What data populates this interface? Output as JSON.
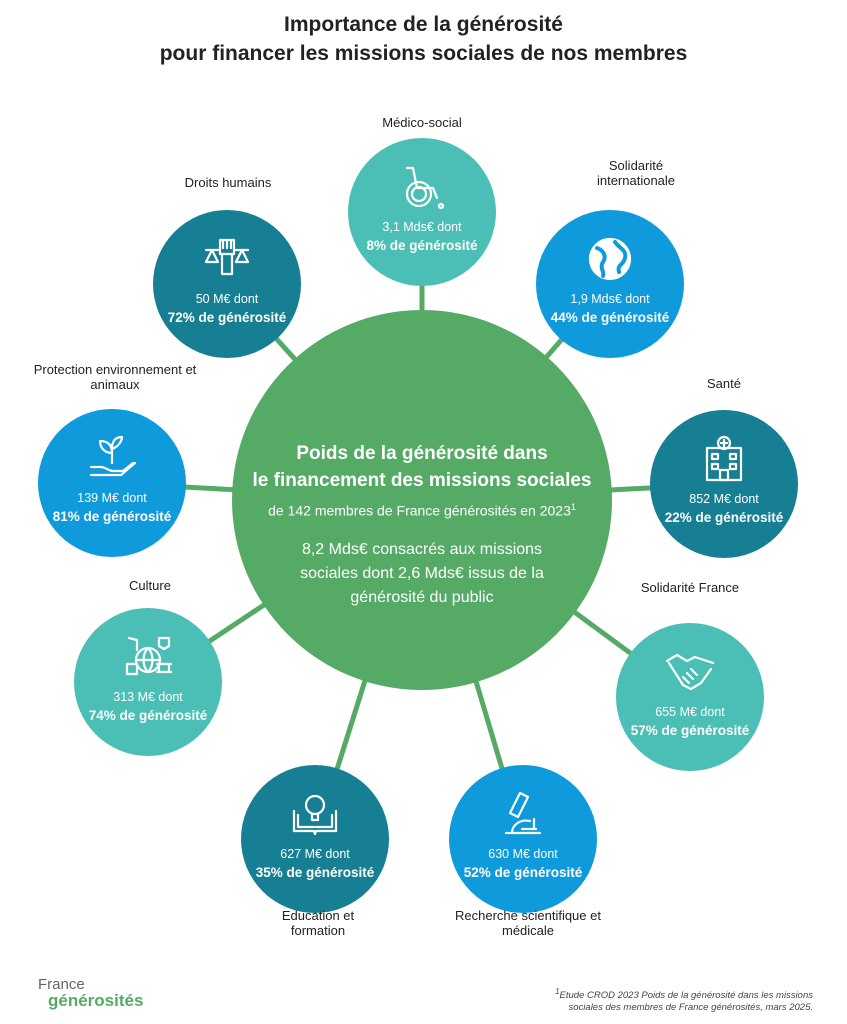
{
  "title": {
    "line1": "Importance de la générosité",
    "line2": "pour financer les missions sociales de nos membres"
  },
  "hub": {
    "heading_line1": "Poids de la générosité dans",
    "heading_line2": "le financement des missions sociales",
    "subtitle": "de 142 membres de France générosités en 2023",
    "footnote_mark": "1",
    "summary": "8,2 Mds€ consacrés aux missions sociales dont 2,6 Mds€ issus de la générosité du public",
    "color": "#55aa66"
  },
  "missions": [
    {
      "label": "Médico-social",
      "amount": "3,1 Mds€ dont",
      "share": "8% de générosité",
      "icon": "wheelchair-icon",
      "color": "#4bbfb5"
    },
    {
      "label": "Solidarité internationale",
      "amount": "1,9 Mds€ dont",
      "share": "44% de générosité",
      "icon": "globe-icon",
      "color": "#0e9adb"
    },
    {
      "label": "Santé",
      "amount": "852 M€ dont",
      "share": "22% de générosité",
      "icon": "hospital-icon",
      "color": "#177f94"
    },
    {
      "label": "Solidarité France",
      "amount": "655 M€ dont",
      "share": "57% de générosité",
      "icon": "handshake-icon",
      "color": "#4bbfb5"
    },
    {
      "label": "Recherche scientifique et médicale",
      "amount": "630 M€ dont",
      "share": "52% de générosité",
      "icon": "microscope-icon",
      "color": "#0e9adb"
    },
    {
      "label": "Education et formation",
      "amount": "627 M€ dont",
      "share": "35% de générosité",
      "icon": "book-lightbulb-icon",
      "color": "#177f94"
    },
    {
      "label": "Culture",
      "amount": "313 M€ dont",
      "share": "74% de générosité",
      "icon": "culture-icon",
      "color": "#4bbfb5"
    },
    {
      "label": "Protection environnement et animaux",
      "amount": "139 M€ dont",
      "share": "81% de générosité",
      "icon": "plant-hand-icon",
      "color": "#0e9adb"
    },
    {
      "label": "Droits humains",
      "amount": "50 M€ dont",
      "share": "72% de générosité",
      "icon": "fist-scales-icon",
      "color": "#177f94"
    }
  ],
  "footer": {
    "logo_line1": "France",
    "logo_line2": "générosités",
    "note_mark": "1",
    "note": "Etude CROD 2023 Poids de la générosité dans les missions sociales des membres de France générosités, mars 2025."
  }
}
